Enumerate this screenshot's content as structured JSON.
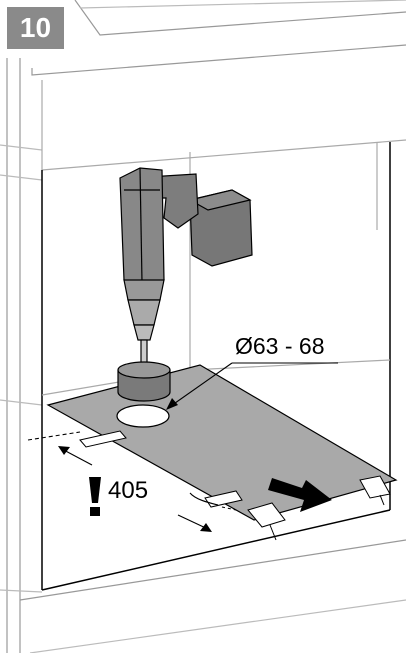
{
  "step": {
    "number": "10"
  },
  "dimensions": {
    "hole_diameter": "Ø63 - 68",
    "setback": "405"
  },
  "warning": {
    "icon": "exclamation-warning-icon"
  },
  "colors": {
    "badge": "#8a8a8a",
    "drill_body": "#777777",
    "plate": "#a9a9a9",
    "line": "#000000"
  }
}
